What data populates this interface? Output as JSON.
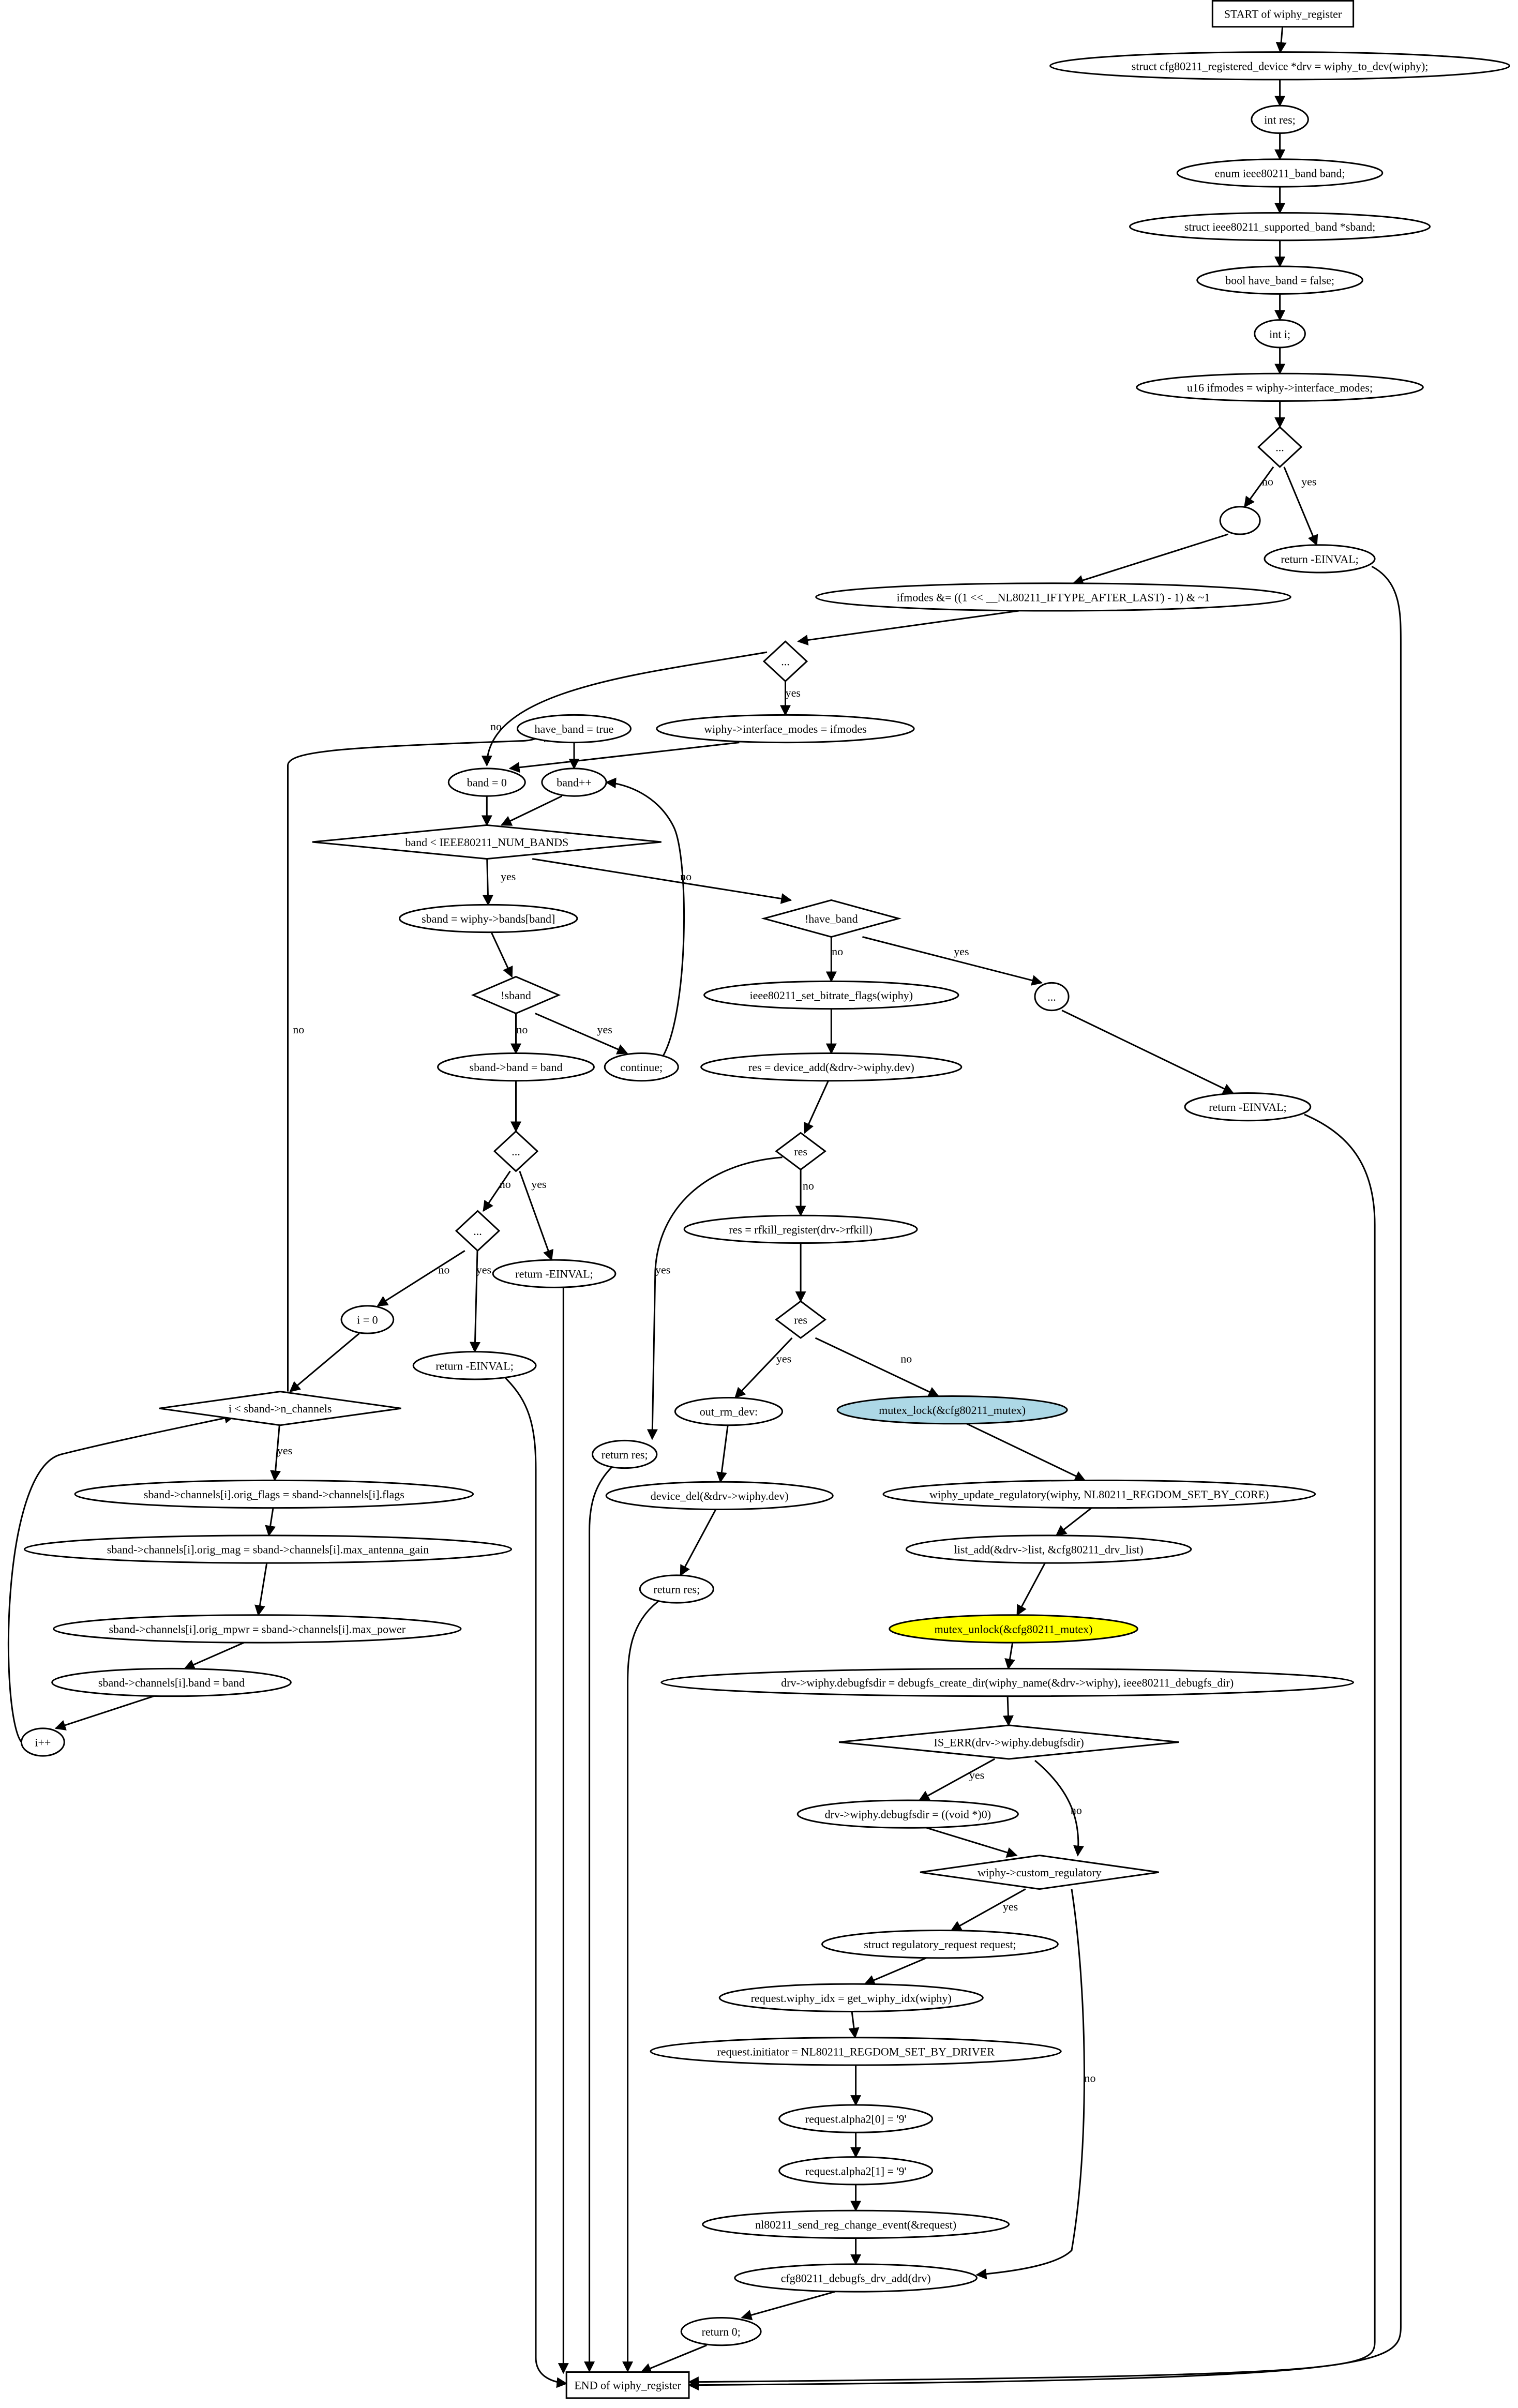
{
  "diagram": {
    "title": "",
    "nodes": {
      "start": {
        "label": "START of wiphy_register",
        "shape": "box"
      },
      "n1": {
        "label": "struct cfg80211_registered_device *drv = wiphy_to_dev(wiphy);",
        "shape": "ellipse"
      },
      "n2": {
        "label": "int res;",
        "shape": "ellipse"
      },
      "n3": {
        "label": "enum ieee80211_band band;",
        "shape": "ellipse"
      },
      "n4": {
        "label": "struct ieee80211_supported_band *sband;",
        "shape": "ellipse"
      },
      "n5": {
        "label": "bool have_band = false;",
        "shape": "ellipse"
      },
      "n6": {
        "label": "int i;",
        "shape": "ellipse"
      },
      "n7": {
        "label": "u16 ifmodes = wiphy->interface_modes;",
        "shape": "ellipse"
      },
      "d1": {
        "label": "...",
        "shape": "diamond"
      },
      "e1": {
        "label": "",
        "shape": "ellipse"
      },
      "r1": {
        "label": "return -EINVAL;",
        "shape": "ellipse"
      },
      "n8": {
        "label": "ifmodes &= ((1 << __NL80211_IFTYPE_AFTER_LAST) - 1) & ~1",
        "shape": "ellipse"
      },
      "d2": {
        "label": "...",
        "shape": "diamond"
      },
      "hb": {
        "label": "have_band = true",
        "shape": "ellipse"
      },
      "n9": {
        "label": "wiphy->interface_modes = ifmodes",
        "shape": "ellipse"
      },
      "b0": {
        "label": "band = 0",
        "shape": "ellipse"
      },
      "bpp": {
        "label": "band++",
        "shape": "ellipse"
      },
      "d3": {
        "label": "band < IEEE80211_NUM_BANDS",
        "shape": "diamond"
      },
      "n10": {
        "label": "sband = wiphy->bands[band]",
        "shape": "ellipse"
      },
      "d4": {
        "label": "!have_band",
        "shape": "diamond"
      },
      "d5": {
        "label": "!sband",
        "shape": "diamond"
      },
      "n11": {
        "label": "ieee80211_set_bitrate_flags(wiphy)",
        "shape": "ellipse"
      },
      "e2": {
        "label": "...",
        "shape": "ellipse"
      },
      "n12": {
        "label": "sband->band = band",
        "shape": "ellipse"
      },
      "cont": {
        "label": "continue;",
        "shape": "ellipse"
      },
      "n13": {
        "label": "res = device_add(&drv->wiphy.dev)",
        "shape": "ellipse"
      },
      "r2": {
        "label": "return -EINVAL;",
        "shape": "ellipse"
      },
      "d6": {
        "label": "...",
        "shape": "diamond"
      },
      "d7": {
        "label": "res",
        "shape": "diamond"
      },
      "d8": {
        "label": "...",
        "shape": "diamond"
      },
      "r3": {
        "label": "return -EINVAL;",
        "shape": "ellipse"
      },
      "n14": {
        "label": "res = rfkill_register(drv->rfkill)",
        "shape": "ellipse"
      },
      "i0": {
        "label": "i = 0",
        "shape": "ellipse"
      },
      "d9": {
        "label": "res",
        "shape": "diamond"
      },
      "r4": {
        "label": "return -EINVAL;",
        "shape": "ellipse"
      },
      "d10": {
        "label": "i < sband->n_channels",
        "shape": "diamond"
      },
      "oud": {
        "label": "out_rm_dev:",
        "shape": "ellipse"
      },
      "ml": {
        "label": "mutex_lock(&cfg80211_mutex)",
        "shape": "ellipse",
        "fill": "#add8e6"
      },
      "rr1": {
        "label": "return res;",
        "shape": "ellipse"
      },
      "dd": {
        "label": "device_del(&drv->wiphy.dev)",
        "shape": "ellipse"
      },
      "c1": {
        "label": "sband->channels[i].orig_flags = sband->channels[i].flags",
        "shape": "ellipse"
      },
      "wur": {
        "label": "wiphy_update_regulatory(wiphy, NL80211_REGDOM_SET_BY_CORE)",
        "shape": "ellipse"
      },
      "c2": {
        "label": "sband->channels[i].orig_mag = sband->channels[i].max_antenna_gain",
        "shape": "ellipse"
      },
      "la": {
        "label": "list_add(&drv->list, &cfg80211_drv_list)",
        "shape": "ellipse"
      },
      "rr2": {
        "label": "return res;",
        "shape": "ellipse"
      },
      "mu": {
        "label": "mutex_unlock(&cfg80211_mutex)",
        "shape": "ellipse",
        "fill": "#ffff00"
      },
      "c3": {
        "label": "sband->channels[i].orig_mpwr = sband->channels[i].max_power",
        "shape": "ellipse"
      },
      "c4": {
        "label": "sband->channels[i].band = band",
        "shape": "ellipse"
      },
      "dbg": {
        "label": "drv->wiphy.debugfsdir = debugfs_create_dir(wiphy_name(&drv->wiphy), ieee80211_debugfs_dir)",
        "shape": "ellipse"
      },
      "ipp": {
        "label": "i++",
        "shape": "ellipse"
      },
      "d11": {
        "label": "IS_ERR(drv->wiphy.debugfsdir)",
        "shape": "diamond"
      },
      "dbn": {
        "label": "drv->wiphy.debugfsdir = ((void *)0)",
        "shape": "ellipse"
      },
      "d12": {
        "label": "wiphy->custom_regulatory",
        "shape": "diamond"
      },
      "srr": {
        "label": "struct regulatory_request request;",
        "shape": "ellipse"
      },
      "rwi": {
        "label": "request.wiphy_idx = get_wiphy_idx(wiphy)",
        "shape": "ellipse"
      },
      "rin": {
        "label": "request.initiator = NL80211_REGDOM_SET_BY_DRIVER",
        "shape": "ellipse"
      },
      "ra0": {
        "label": "request.alpha2[0] = '9'",
        "shape": "ellipse"
      },
      "ra1": {
        "label": "request.alpha2[1] = '9'",
        "shape": "ellipse"
      },
      "nsr": {
        "label": "nl80211_send_reg_change_event(&request)",
        "shape": "ellipse"
      },
      "cda": {
        "label": "cfg80211_debugfs_drv_add(drv)",
        "shape": "ellipse"
      },
      "r0": {
        "label": "return 0;",
        "shape": "ellipse"
      },
      "end": {
        "label": "END of wiphy_register",
        "shape": "box"
      }
    },
    "edge_labels": {
      "no": "no",
      "yes": "yes"
    }
  }
}
